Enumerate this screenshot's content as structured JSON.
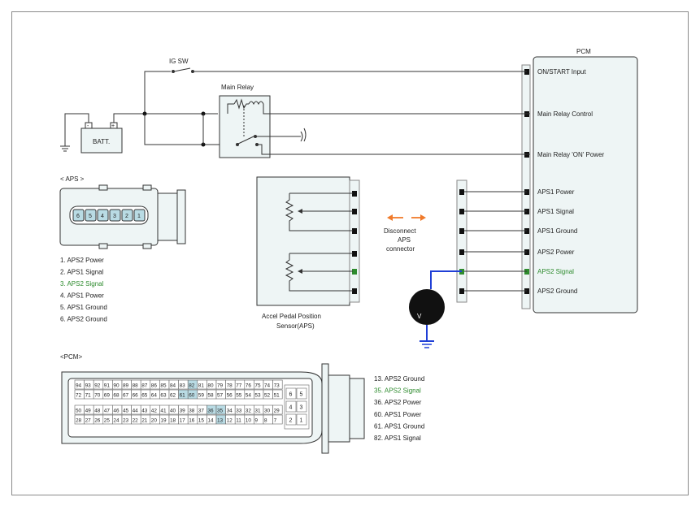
{
  "title": "PCM",
  "switch_label": "IG SW",
  "relay_label": "Main Relay",
  "battery": {
    "label": "BATT.",
    "minus": "-",
    "plus": "+"
  },
  "pcm_terminals": [
    "ON/START Input",
    "Main Relay Control",
    "Main Relay 'ON' Power",
    "APS1 Power",
    "APS1 Signal",
    "APS1 Ground",
    "APS2 Power",
    "APS2 Signal",
    "APS2 Ground"
  ],
  "aps_connector": {
    "header": "< APS   >",
    "pins": [
      "6",
      "5",
      "4",
      "3",
      "2",
      "1"
    ],
    "legend": [
      {
        "text": "1. APS2 Power",
        "highlight": false
      },
      {
        "text": "2. APS1 Signal",
        "highlight": false
      },
      {
        "text": "3. APS2 Signal",
        "highlight": true
      },
      {
        "text": "4. APS1 Power",
        "highlight": false
      },
      {
        "text": "5. APS1 Ground",
        "highlight": false
      },
      {
        "text": "6. APS2 Ground",
        "highlight": false
      }
    ]
  },
  "sensor_label": [
    "Accel Pedal Position",
    "Sensor(APS)"
  ],
  "disconnect_label": [
    "Disconnect",
    "APS",
    "connector"
  ],
  "meter_label": "V",
  "pcm_connector": {
    "header": "<PCM>",
    "rows": [
      [
        "94",
        "93",
        "92",
        "91",
        "90",
        "89",
        "88",
        "87",
        "86",
        "85",
        "84",
        "83",
        "82",
        "81",
        "80",
        "79",
        "78",
        "77",
        "76",
        "75",
        "74",
        "73"
      ],
      [
        "72",
        "71",
        "70",
        "69",
        "68",
        "67",
        "66",
        "65",
        "64",
        "63",
        "62",
        "61",
        "60",
        "59",
        "58",
        "57",
        "56",
        "55",
        "54",
        "53",
        "52",
        "51"
      ],
      [
        "50",
        "49",
        "48",
        "47",
        "46",
        "45",
        "44",
        "43",
        "42",
        "41",
        "40",
        "39",
        "38",
        "37",
        "36",
        "35",
        "34",
        "33",
        "32",
        "31",
        "30",
        "29"
      ],
      [
        "28",
        "27",
        "26",
        "25",
        "24",
        "23",
        "22",
        "21",
        "20",
        "19",
        "18",
        "17",
        "16",
        "15",
        "14",
        "13",
        "12",
        "11",
        "10",
        "9",
        "8",
        "7"
      ]
    ],
    "highlighted": [
      "82",
      "61",
      "60",
      "36",
      "35",
      "13"
    ],
    "side_pins": [
      [
        "6",
        "5"
      ],
      [
        "4",
        "3"
      ],
      [
        "2",
        "1"
      ]
    ],
    "legend": [
      {
        "text": "13. APS2 Ground",
        "highlight": false
      },
      {
        "text": "35. APS2 Signal",
        "highlight": true
      },
      {
        "text": "36. APS2 Power",
        "highlight": false
      },
      {
        "text": "60. APS1 Power",
        "highlight": false
      },
      {
        "text": "61. APS1 Ground",
        "highlight": false
      },
      {
        "text": "82. APS1 Signal",
        "highlight": false
      }
    ]
  },
  "colors": {
    "highlight_text": "#2e8b2e",
    "highlight_pin": "#b9dbe4",
    "probe_wire": "#1f3fd6",
    "arrow": "#f07a2a",
    "pcm_fill": "#eef5f5"
  }
}
